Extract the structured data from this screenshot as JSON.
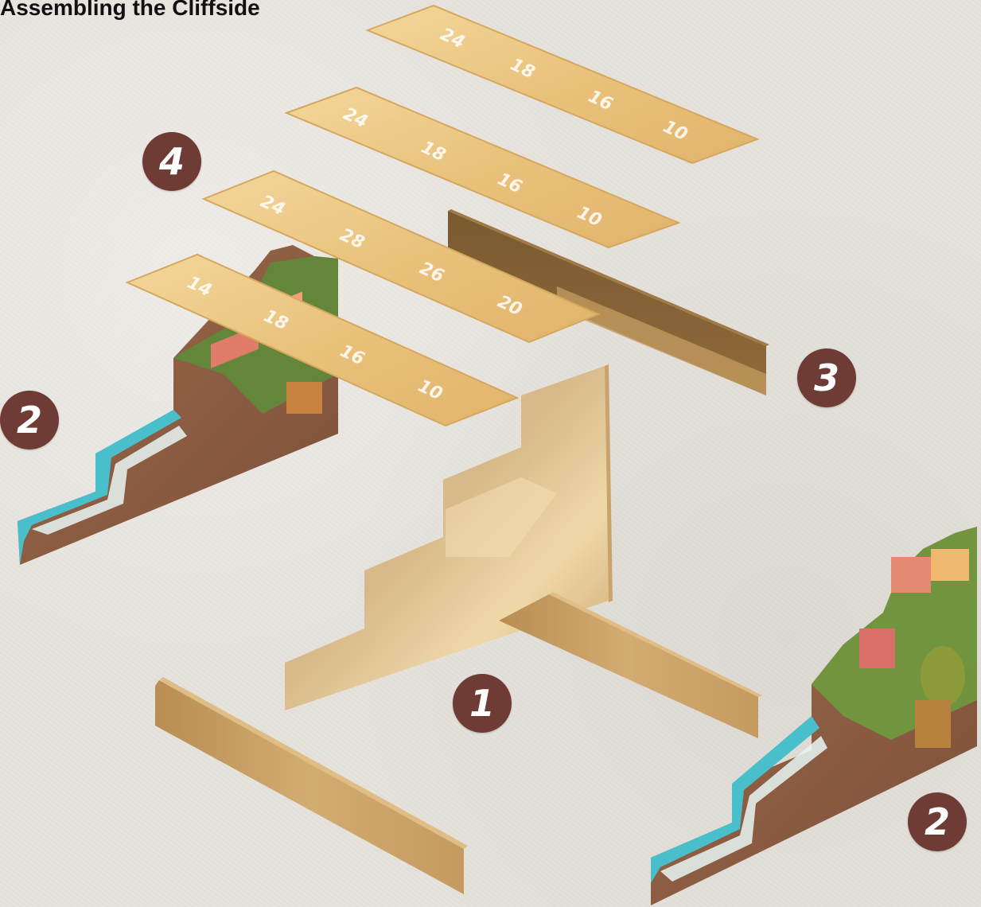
{
  "title": "Assembling the Cliffside",
  "callouts": {
    "c1": "1",
    "c2a": "2",
    "c2b": "2",
    "c3": "3",
    "c4": "4"
  },
  "shelves": [
    {
      "labels": [
        "24",
        "18",
        "16",
        "10"
      ]
    },
    {
      "labels": [
        "24",
        "18",
        "16",
        "10"
      ]
    },
    {
      "labels": [
        "24",
        "28",
        "26",
        "20"
      ]
    },
    {
      "labels": [
        "14",
        "18",
        "16",
        "10"
      ]
    }
  ],
  "colors": {
    "callout": "#6f3b35",
    "background": "#e6e2dc",
    "shelf": "#e9c07a",
    "board": "#caa065",
    "sea": "#3fb6c4",
    "sand": "#8a5a3f"
  }
}
